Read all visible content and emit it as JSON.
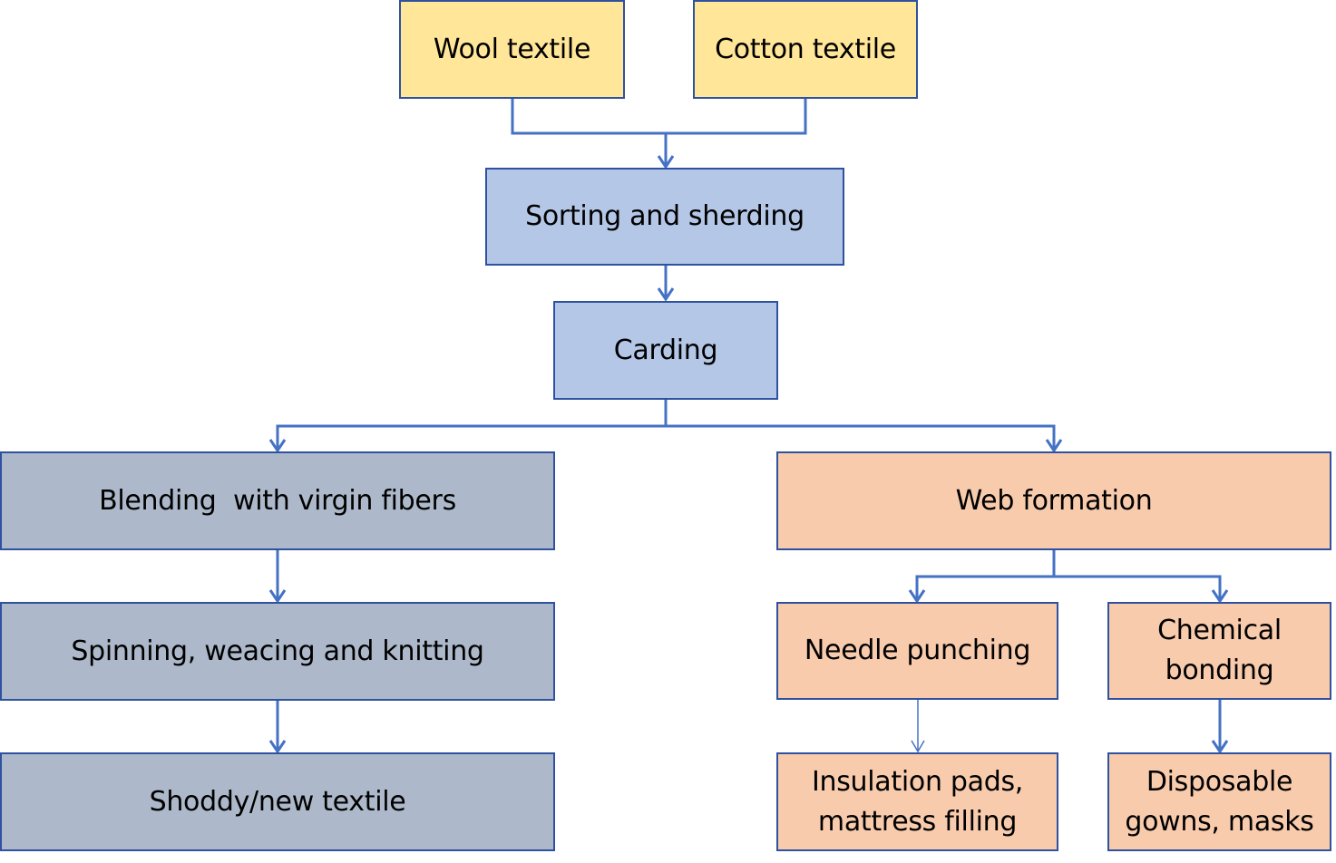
{
  "diagram": {
    "type": "flowchart",
    "colors": {
      "connector": "#4472c4",
      "border": "#2f52a0",
      "input_fill": "#ffe699",
      "process_fill": "#b4c7e7",
      "left_branch_fill": "#adb9ca",
      "right_branch_fill": "#f8cbad"
    },
    "nodes": {
      "wool": "Wool textile",
      "cotton": "Cotton textile",
      "sorting": "Sorting and sherding",
      "carding": "Carding",
      "blending": "Blending  with virgin fibers",
      "spinning": "Spinning, weacing and knitting",
      "shoddy": "Shoddy/new textile",
      "web": "Web formation",
      "needle": "Needle punching",
      "chemical": "Chemical\nbonding",
      "insulation": "Insulation pads,\nmattress filling",
      "disposable": "Disposable\ngowns, masks"
    },
    "edges": [
      [
        "wool",
        "sorting"
      ],
      [
        "cotton",
        "sorting"
      ],
      [
        "sorting",
        "carding"
      ],
      [
        "carding",
        "blending"
      ],
      [
        "carding",
        "web"
      ],
      [
        "blending",
        "spinning"
      ],
      [
        "spinning",
        "shoddy"
      ],
      [
        "web",
        "needle"
      ],
      [
        "web",
        "chemical"
      ],
      [
        "needle",
        "insulation"
      ],
      [
        "chemical",
        "disposable"
      ]
    ]
  }
}
